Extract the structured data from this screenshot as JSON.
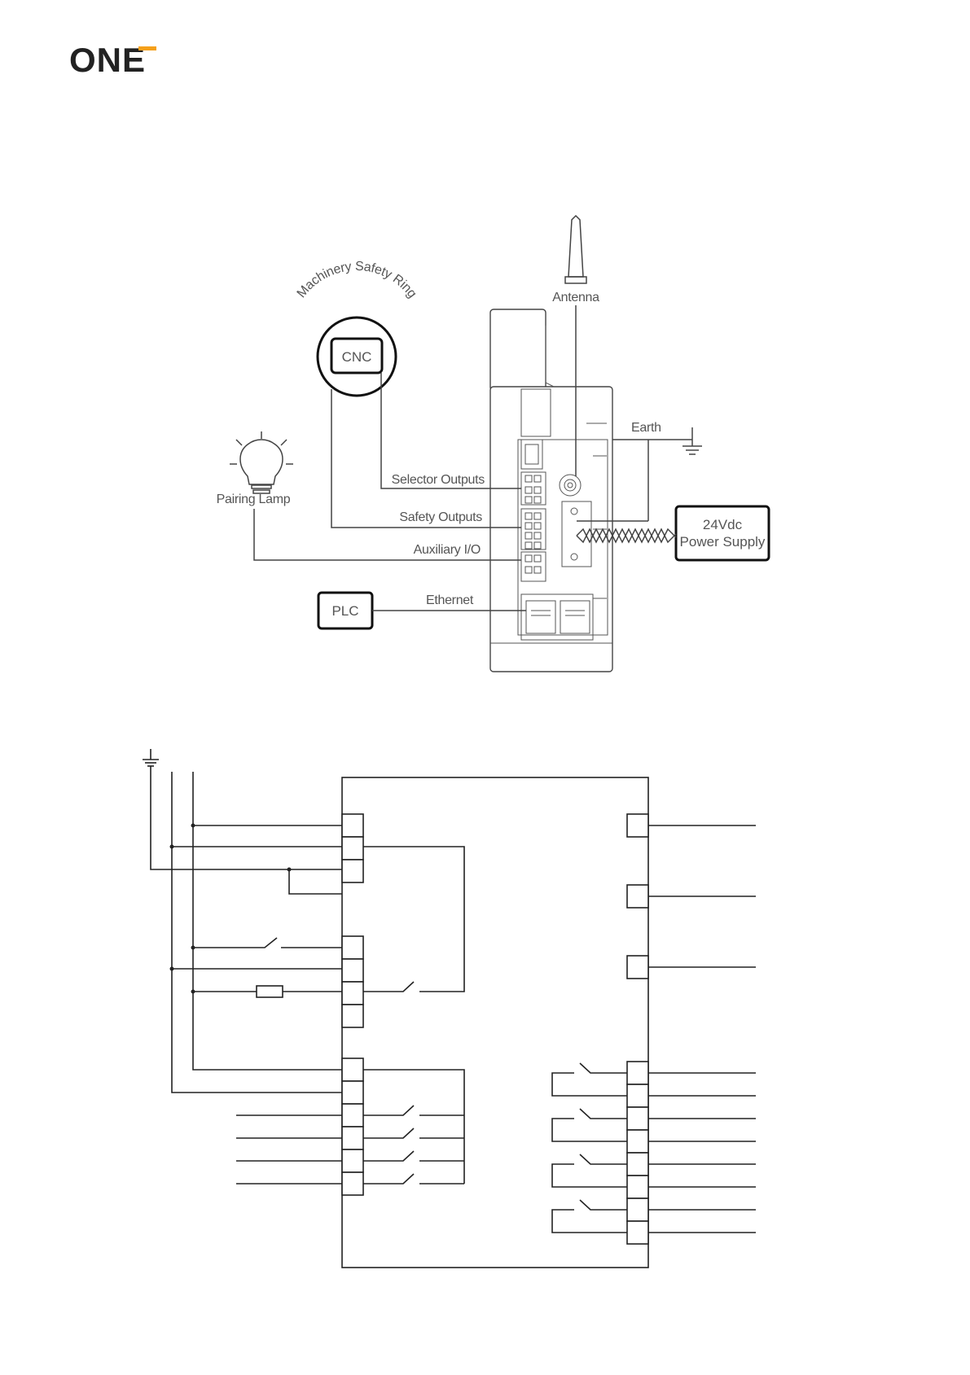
{
  "brand": {
    "logo_text": "ONE",
    "logo_accent": "#f5a01a",
    "logo_color": "#222222"
  },
  "wiring_diagram": {
    "antenna": "Antenna",
    "safety_ring": "Machinery Safety Ring",
    "cnc": "CNC",
    "earth": "Earth",
    "pairing_lamp": "Pairing Lamp",
    "selector_outputs": "Selector Outputs",
    "safety_outputs": "Safety Outputs",
    "auxiliary_io": "Auxiliary I/O",
    "ethernet": "Ethernet",
    "plc": "PLC",
    "power_supply_line1": "24Vdc",
    "power_supply_line2": "Power Supply"
  },
  "colors": {
    "line": "#333333",
    "text": "#555555",
    "background": "#ffffff"
  }
}
